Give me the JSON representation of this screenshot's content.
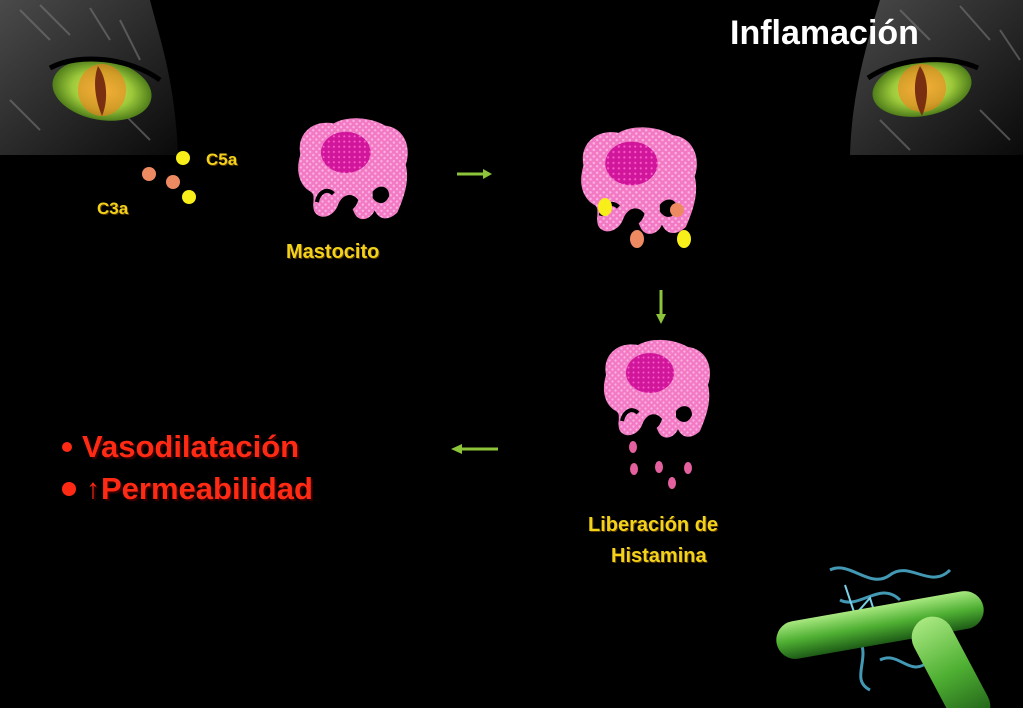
{
  "slide": {
    "title": "Inflamación",
    "labels": {
      "c5a": "C5a",
      "c3a": "C3a",
      "mastocito": "Mastocito",
      "liberacion_line1": "Liberación de",
      "liberacion_line2": "Histamina"
    },
    "effects": [
      {
        "text": "Vasodilatación",
        "prefix": ""
      },
      {
        "text": "Permeabilidad",
        "prefix": "↑"
      }
    ]
  },
  "colors": {
    "background": "#000000",
    "title": "#ffffff",
    "label": "#f2d21a",
    "effect_text": "#ff2a14",
    "cell_body": "#f27ac4",
    "cell_nucleus": "#d0169a",
    "c5a_dot": "#f7ee1a",
    "c3a_dot": "#ee8a62",
    "histamine": "#e5609e",
    "arrow": "#8cc43a"
  },
  "icons": {
    "cat_eyes": "cat-eye-icon",
    "bacteria": "bacteria-icon"
  }
}
